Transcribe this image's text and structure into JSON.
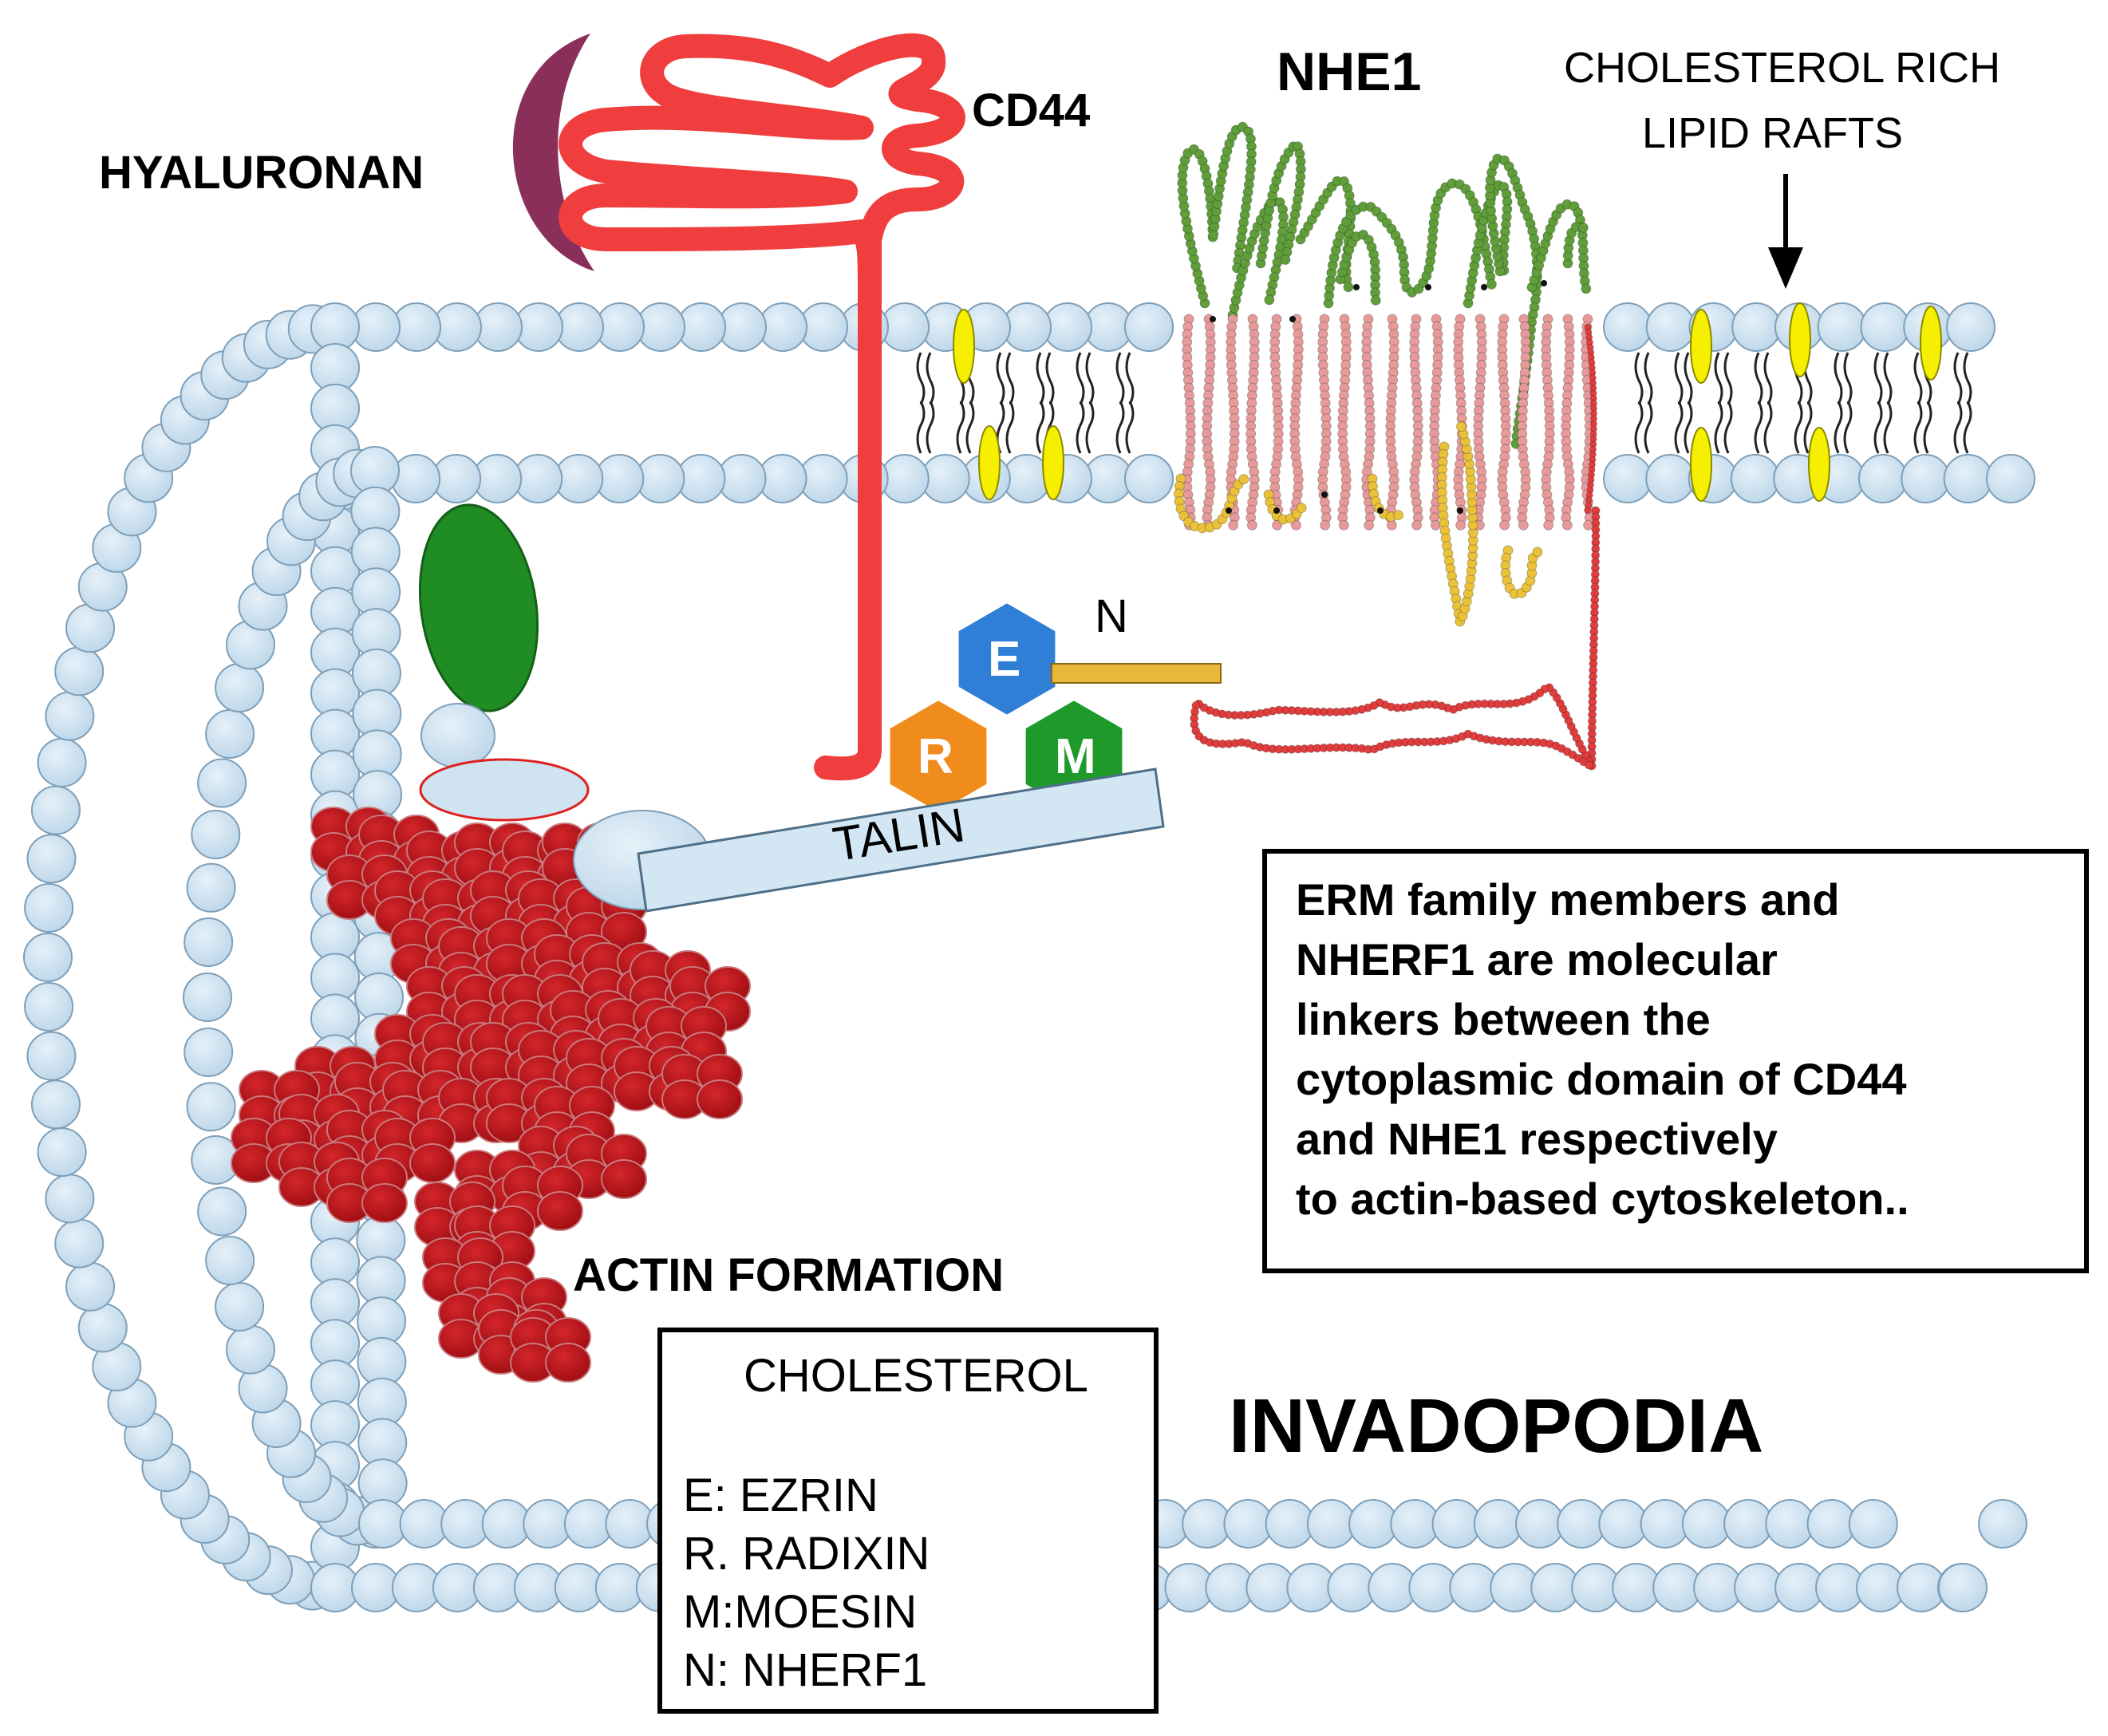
{
  "labels": {
    "hyaluronan": "HYALURONAN",
    "cd44": "CD44",
    "nhe1": "NHE1",
    "lipid_rafts_line1": "CHOLESTEROL RICH",
    "lipid_rafts_line2": "LIPID RAFTS",
    "nherf_marker": "N",
    "talin": "TALIN",
    "actin": "ACTIN FORMATION",
    "invadopodia": "INVADOPODIA"
  },
  "erm": {
    "ezrin": "E",
    "radixin": "R",
    "moesin": "M"
  },
  "description": {
    "lines": [
      "ERM family members and",
      "NHERF1 are molecular",
      "linkers between the",
      "cytoplasmic domain of CD44",
      "and NHE1 respectively",
      "to actin-based cytoskeleton.."
    ]
  },
  "legend": {
    "cholesterol": "CHOLESTEROL",
    "entries": [
      "E: EZRIN",
      "R. RADIXIN",
      "M:MOESIN",
      "N: NHERF1"
    ]
  },
  "colors": {
    "lipid_head": "#cfe3f1",
    "lipid_stroke": "#7f9fb8",
    "cholesterol": "#f7ef00",
    "cd44": "#f03d3d",
    "hyaluronan": "#8a2f5a",
    "nhe1_extracellular": "#5f9e3a",
    "nhe1_membrane": "#e69a9a",
    "nhe1_intracellular_yellow": "#e9c23a",
    "nhe1_cytoplasmic": "#e23d3d",
    "ezrin": "#2f7fd6",
    "radixin": "#f08c1c",
    "moesin": "#1e9a2a",
    "nherf1": "#e9b73c",
    "actin": "#b8141a",
    "green_protein": "#1f8c24",
    "talin": "#d2e6f4"
  }
}
